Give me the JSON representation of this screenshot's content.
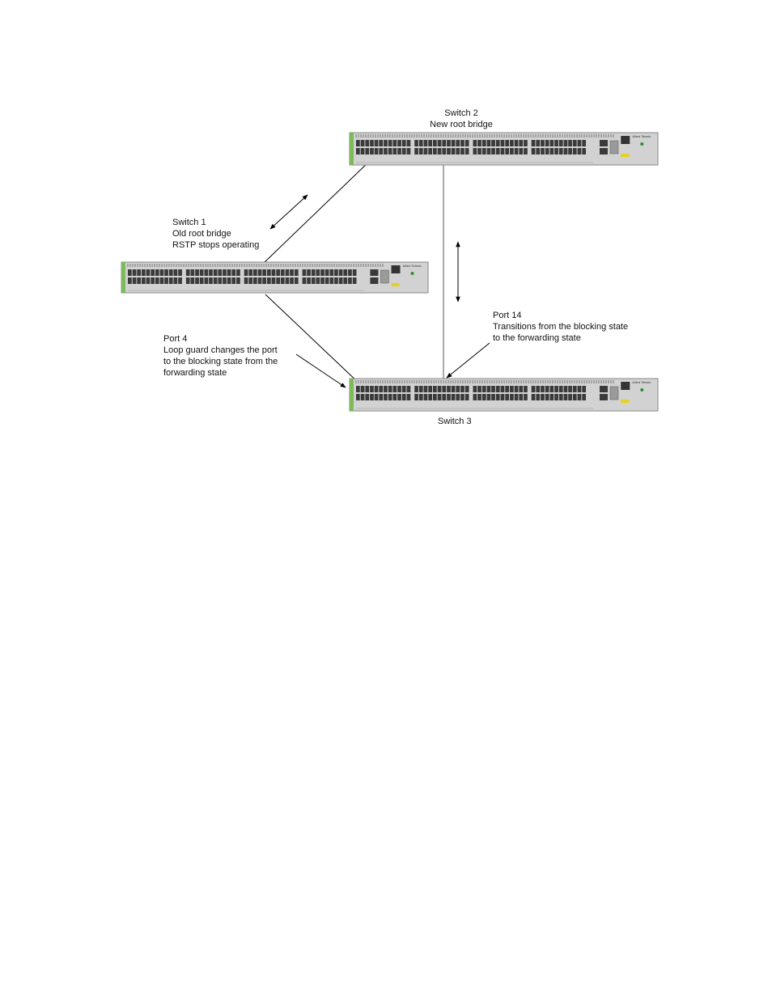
{
  "switch2": {
    "line1": "Switch 2",
    "line2": "New root bridge"
  },
  "switch1": {
    "line1": "Switch 1",
    "line2": "Old root bridge",
    "line3": "RSTP stops operating"
  },
  "port4": {
    "line1": "Port 4",
    "line2": "Loop guard changes the port",
    "line3": "to the blocking state from the",
    "line4": "forwarding state"
  },
  "port14": {
    "line1": "Port 14",
    "line2": "Transitions from the blocking state",
    "line3": "to the forwarding state"
  },
  "switch3": {
    "line1": "Switch 3"
  },
  "brand": "Allied Telesis",
  "colors": {
    "chassis": "#d2d2d2",
    "port": "#3a3a3a",
    "accent": "#7dbb5a",
    "led": "#e6d21e"
  }
}
